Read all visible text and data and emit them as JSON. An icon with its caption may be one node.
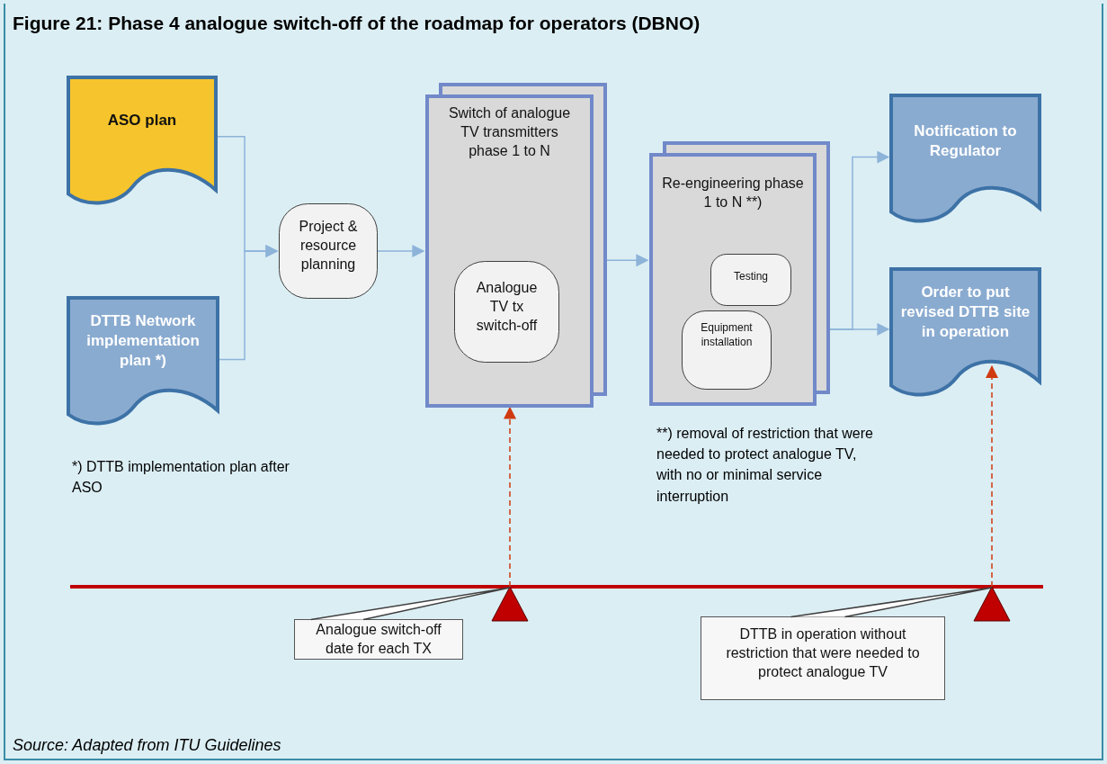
{
  "diagram": {
    "title": "Figure 21: Phase 4 analogue switch-off of the roadmap for operators (DBNO)",
    "caption": "Source: Adapted from ITU Guidelines",
    "nodes": [
      {
        "text": [
          "ASO plan"
        ]
      },
      {
        "text": [
          "DTTB Network implementation plan *)"
        ]
      },
      {
        "text": [
          "Project & resource planning"
        ]
      },
      {
        "text": [
          "Switch of analogue TV transmitters phase 1 to N"
        ]
      },
      {
        "text": [
          "Analogue TV tx switch-off"
        ],
        "in": 3
      },
      {
        "text": [
          "Re-engineering phase 1 to N **)"
        ]
      },
      {
        "text": [
          "Testing"
        ],
        "in": 5
      },
      {
        "text": [
          "Equipment installation"
        ],
        "in": 5
      },
      {
        "text": [
          "Notification to Regulator"
        ]
      },
      {
        "text": [
          "Order to put revised DTTB site in operation"
        ]
      },
      {
        "text": [],
        "shape": "triangle"
      },
      {
        "text": [],
        "shape": "triangle"
      },
      {
        "text": [
          "Analogue switch-off date for each TX"
        ]
      },
      {
        "text": [
          "DTTB in operation without restriction that were needed to protect analogue TV"
        ]
      }
    ],
    "edges": [
      {
        "from": 0,
        "to": 2,
        "arrow": "to"
      },
      {
        "from": 1,
        "to": 2,
        "arrow": "to"
      },
      {
        "from": 2,
        "to": 3,
        "arrow": "to"
      },
      {
        "from": 3,
        "to": 5,
        "arrow": "to"
      },
      {
        "from": 5,
        "to": 8,
        "arrow": "to"
      },
      {
        "from": 5,
        "to": 9,
        "arrow": "to"
      },
      {
        "from": 10,
        "to": 3,
        "arrow": "to",
        "style": "dashed",
        "color": "#d03a10"
      },
      {
        "from": 11,
        "to": 9,
        "arrow": "to",
        "style": "dashed",
        "color": "#d03a10"
      },
      {
        "from": 12,
        "to": 10,
        "arrow": "none",
        "color": "#404040"
      },
      {
        "from": 13,
        "to": 11,
        "arrow": "none",
        "color": "#404040"
      }
    ],
    "labels": [
      "*) DTTB implementation plan after ASO",
      "**) removal of restriction that were needed to protect analogue TV, with no or minimal service interruption"
    ]
  }
}
